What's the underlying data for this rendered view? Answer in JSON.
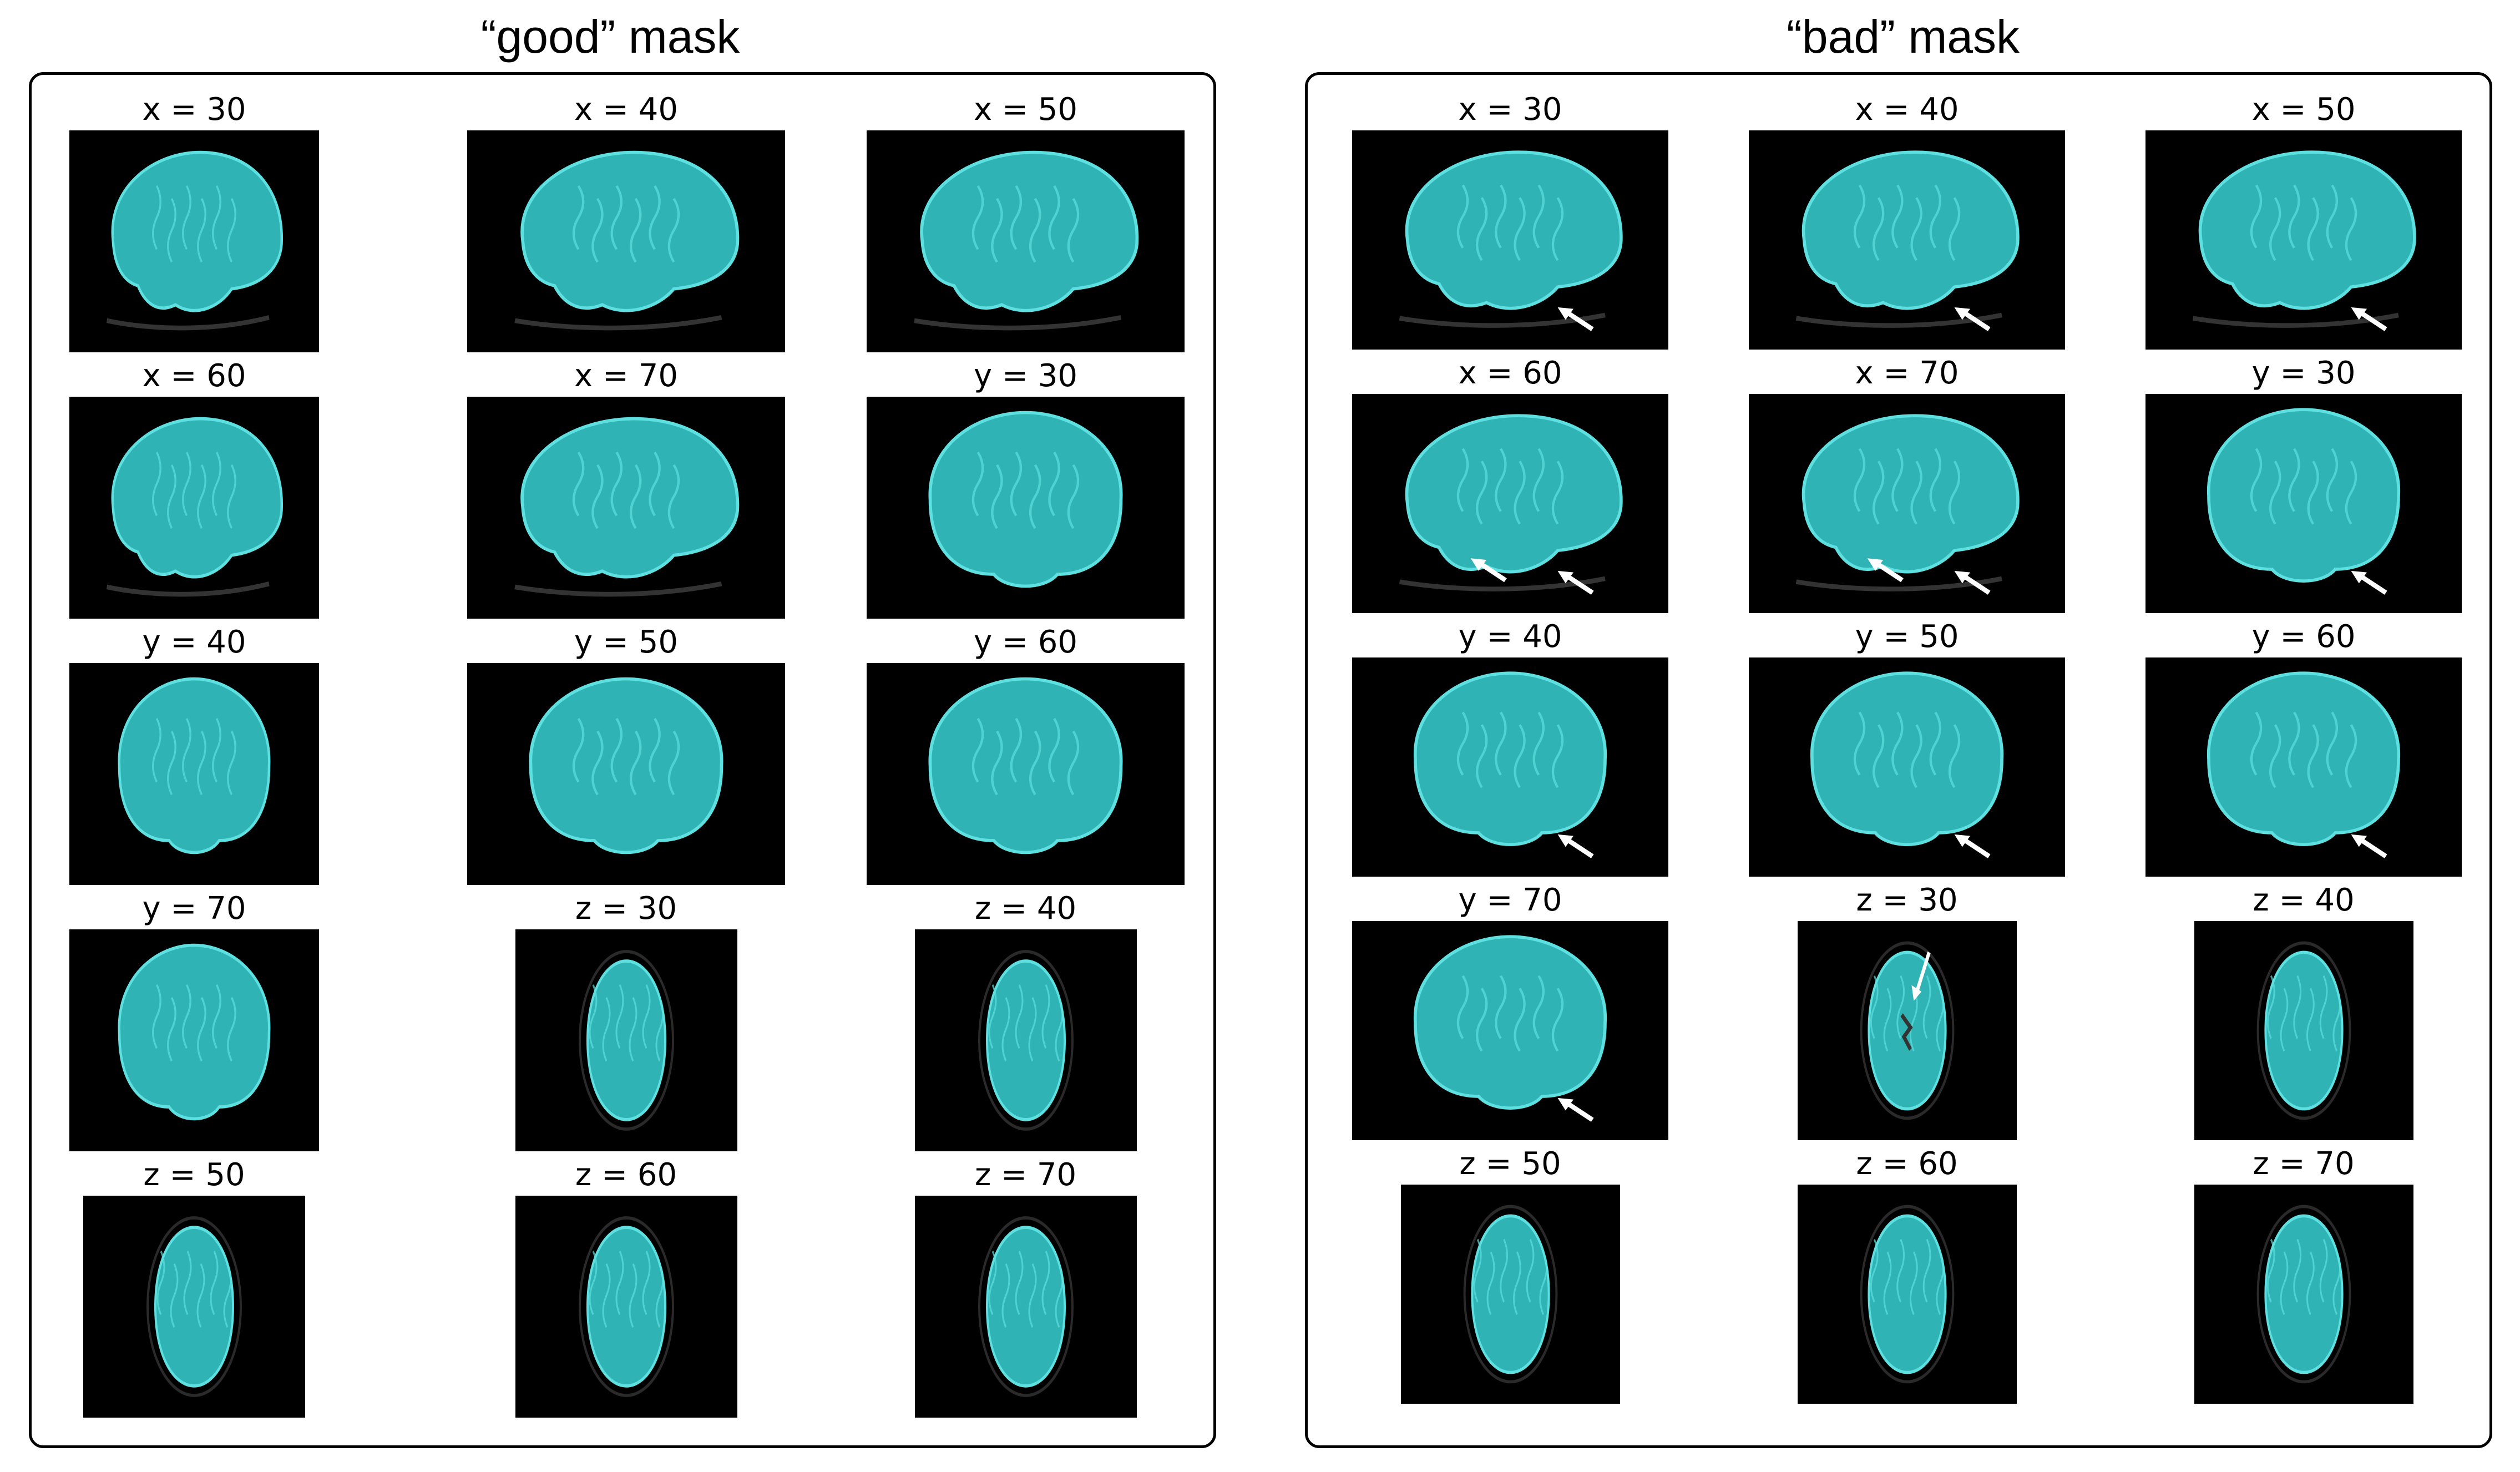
{
  "figure": {
    "panels": [
      {
        "id": "good",
        "title": "“good” mask",
        "slices": [
          {
            "label": "x = 30",
            "view": "sagittal",
            "mask_coverage": "full",
            "arrows": 0
          },
          {
            "label": "x = 40",
            "view": "sagittal",
            "mask_coverage": "full",
            "arrows": 0
          },
          {
            "label": "x = 50",
            "view": "sagittal",
            "mask_coverage": "full",
            "arrows": 0
          },
          {
            "label": "x = 60",
            "view": "sagittal",
            "mask_coverage": "full",
            "arrows": 0
          },
          {
            "label": "x = 70",
            "view": "sagittal",
            "mask_coverage": "full",
            "arrows": 0
          },
          {
            "label": "y = 30",
            "view": "coronal",
            "mask_coverage": "full",
            "arrows": 0
          },
          {
            "label": "y = 40",
            "view": "coronal",
            "mask_coverage": "full",
            "arrows": 0
          },
          {
            "label": "y = 50",
            "view": "coronal",
            "mask_coverage": "full",
            "arrows": 0
          },
          {
            "label": "y = 60",
            "view": "coronal",
            "mask_coverage": "full",
            "arrows": 0
          },
          {
            "label": "y = 70",
            "view": "coronal",
            "mask_coverage": "full",
            "arrows": 0
          },
          {
            "label": "z = 30",
            "view": "axial",
            "mask_coverage": "full",
            "arrows": 0
          },
          {
            "label": "z = 40",
            "view": "axial",
            "mask_coverage": "full",
            "arrows": 0
          },
          {
            "label": "z = 50",
            "view": "axial",
            "mask_coverage": "full",
            "arrows": 0
          },
          {
            "label": "z = 60",
            "view": "axial",
            "mask_coverage": "full",
            "arrows": 0
          },
          {
            "label": "z = 70",
            "view": "axial",
            "mask_coverage": "full",
            "arrows": 0
          }
        ]
      },
      {
        "id": "bad",
        "title": "“bad” mask",
        "slices": [
          {
            "label": "x = 30",
            "view": "sagittal",
            "mask_coverage": "missing-inferior",
            "arrows": 1
          },
          {
            "label": "x = 40",
            "view": "sagittal",
            "mask_coverage": "missing-inferior",
            "arrows": 1
          },
          {
            "label": "x = 50",
            "view": "sagittal",
            "mask_coverage": "missing-inferior",
            "arrows": 1
          },
          {
            "label": "x = 60",
            "view": "sagittal",
            "mask_coverage": "missing-inferior",
            "arrows": 2
          },
          {
            "label": "x = 70",
            "view": "sagittal",
            "mask_coverage": "missing-inferior",
            "arrows": 2
          },
          {
            "label": "y = 30",
            "view": "coronal",
            "mask_coverage": "missing-inferior",
            "arrows": 1
          },
          {
            "label": "y = 40",
            "view": "coronal",
            "mask_coverage": "missing-inferior",
            "arrows": 1
          },
          {
            "label": "y = 50",
            "view": "coronal",
            "mask_coverage": "missing-inferior",
            "arrows": 1
          },
          {
            "label": "y = 60",
            "view": "coronal",
            "mask_coverage": "missing-inferior",
            "arrows": 1
          },
          {
            "label": "y = 70",
            "view": "coronal",
            "mask_coverage": "missing-inferior",
            "arrows": 1
          },
          {
            "label": "z = 30",
            "view": "axial",
            "mask_coverage": "hole",
            "arrows": 1
          },
          {
            "label": "z = 40",
            "view": "axial",
            "mask_coverage": "full",
            "arrows": 0
          },
          {
            "label": "z = 50",
            "view": "axial",
            "mask_coverage": "full",
            "arrows": 0
          },
          {
            "label": "z = 60",
            "view": "axial",
            "mask_coverage": "full",
            "arrows": 0
          },
          {
            "label": "z = 70",
            "view": "axial",
            "mask_coverage": "full",
            "arrows": 0
          }
        ]
      }
    ],
    "colors": {
      "mask": "#2fb3b5",
      "mask_stroke": "#5fe0e0",
      "background": "#000000",
      "arrow": "#ffffff",
      "unmasked_tissue": "#7a7a7a"
    }
  }
}
